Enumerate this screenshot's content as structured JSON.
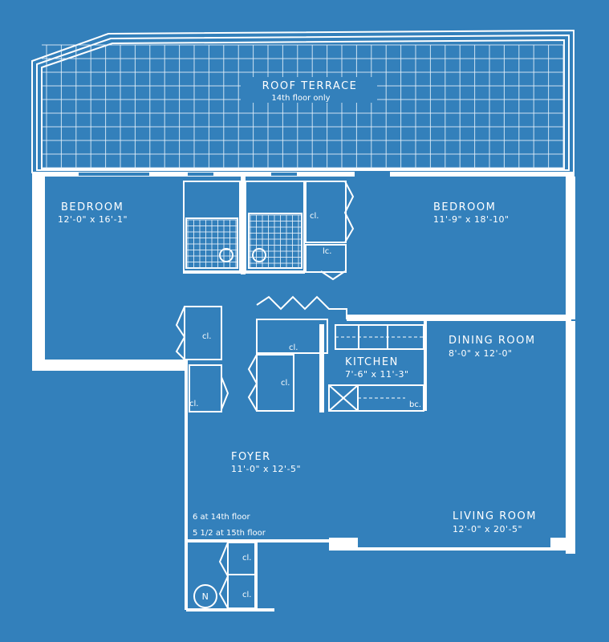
{
  "rooms": {
    "roof_terrace": {
      "name": "ROOF TERRACE",
      "note": "14th floor only"
    },
    "bedroom_left": {
      "name": "BEDROOM",
      "dims": "12'-0\" x 16'-1\""
    },
    "bedroom_right": {
      "name": "BEDROOM",
      "dims": "11'-9\" x 18'-10\""
    },
    "dining_room": {
      "name": "DINING ROOM",
      "dims": "8'-0\" x 12'-0\""
    },
    "kitchen": {
      "name": "KITCHEN",
      "dims": "7'-6\" x 11'-3\""
    },
    "foyer": {
      "name": "FOYER",
      "dims": "11'-0\" x 12'-5\""
    },
    "living_room": {
      "name": "LIVING ROOM",
      "dims": "12'-0\" x 20'-5\""
    }
  },
  "closets": {
    "cl": "cl.",
    "lc": "lc.",
    "bc": "bc."
  },
  "notes": {
    "line1": "6 at 14th floor",
    "line2": "5 1/2 at 15th floor"
  },
  "compass": "N",
  "colors": {
    "background": "#3380bb",
    "lines": "#ffffff"
  }
}
